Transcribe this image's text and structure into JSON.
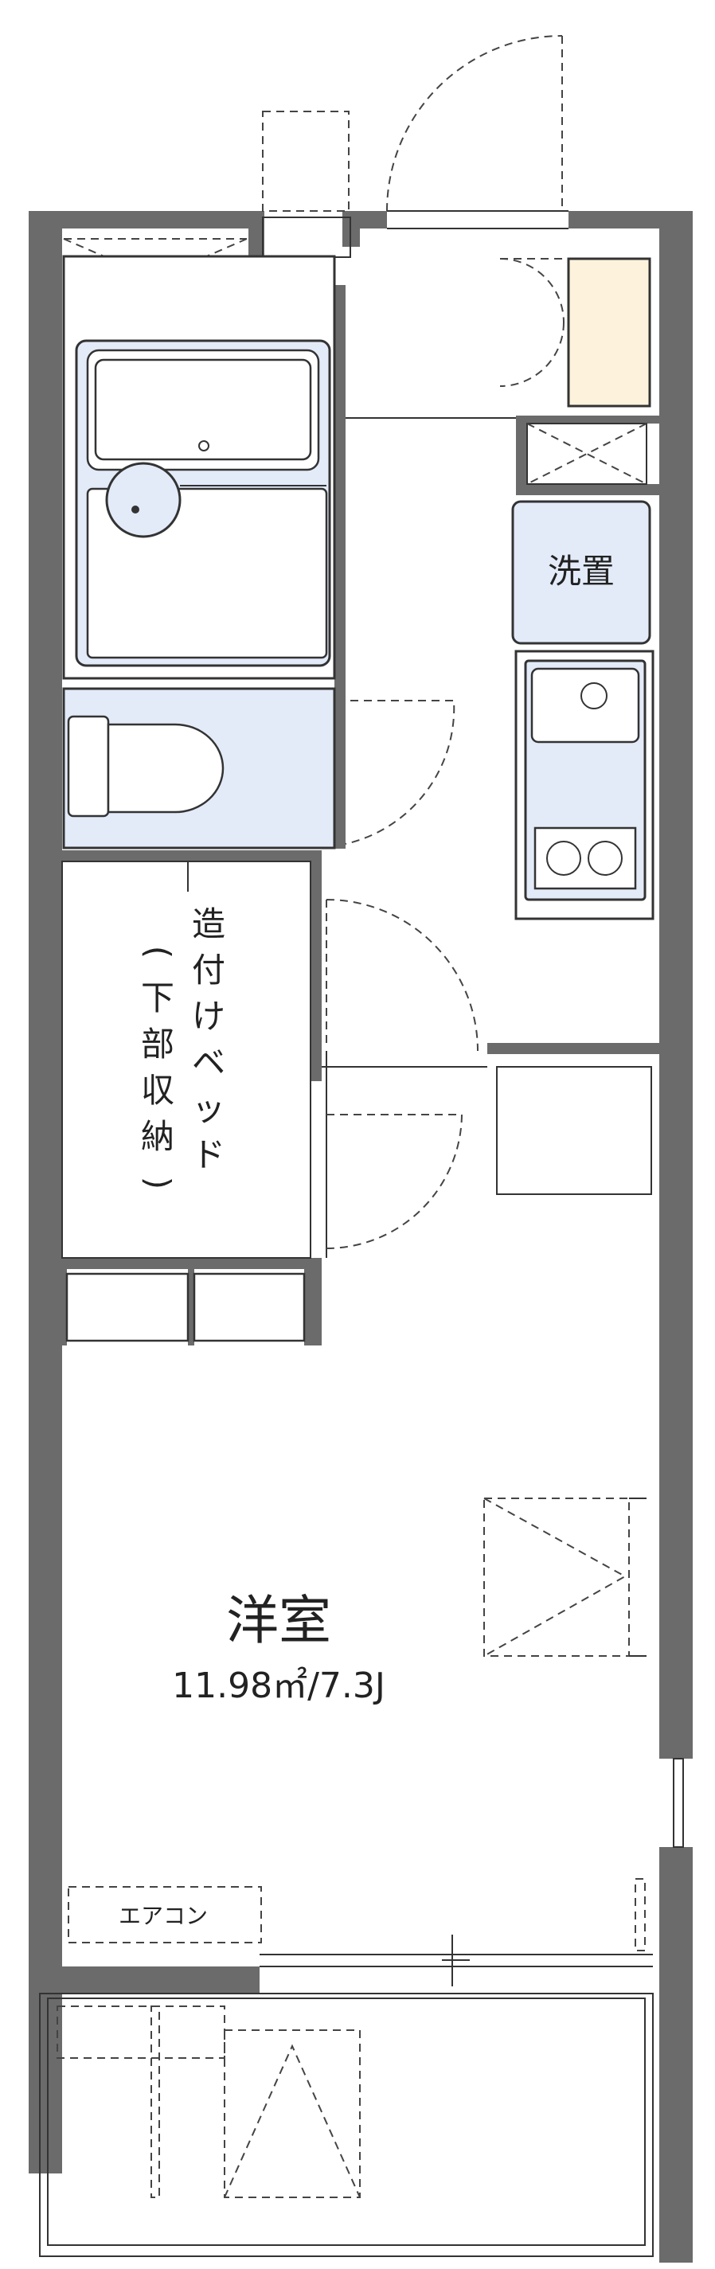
{
  "rooms": {
    "laundry_label": "洗置",
    "bed_label_right": [
      "造",
      "付",
      "け",
      "ベ",
      "ッ",
      "ド"
    ],
    "bed_label_left": [
      "(",
      "下",
      "部",
      "収",
      "納",
      ")"
    ],
    "western_room_label": "洋室",
    "western_room_area": "11.98㎡/7.3J",
    "aircon_label": "エアコン"
  },
  "colors": {
    "wall": "#6b6b6b",
    "fixture_fill": "#e3ebf9",
    "shoe_cabinet": "#fdf3dc"
  }
}
